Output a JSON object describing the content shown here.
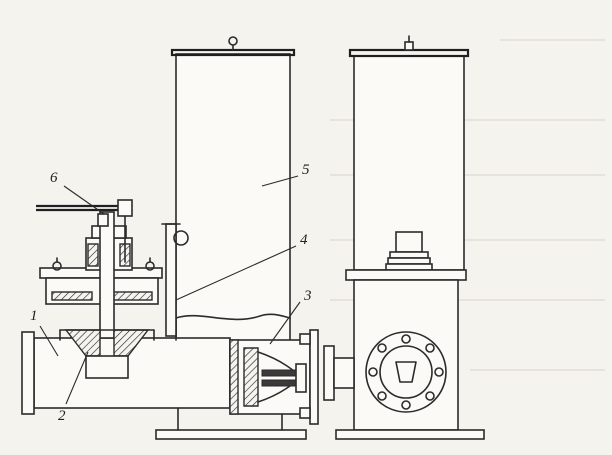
{
  "callouts": [
    {
      "id": "1",
      "text": "1"
    },
    {
      "id": "2",
      "text": "2"
    },
    {
      "id": "3",
      "text": "3"
    },
    {
      "id": "4",
      "text": "4"
    },
    {
      "id": "5",
      "text": "5"
    },
    {
      "id": "6",
      "text": "6"
    }
  ],
  "colors": {
    "line": "#2b2b2b",
    "paper": "#f5f3ee"
  }
}
